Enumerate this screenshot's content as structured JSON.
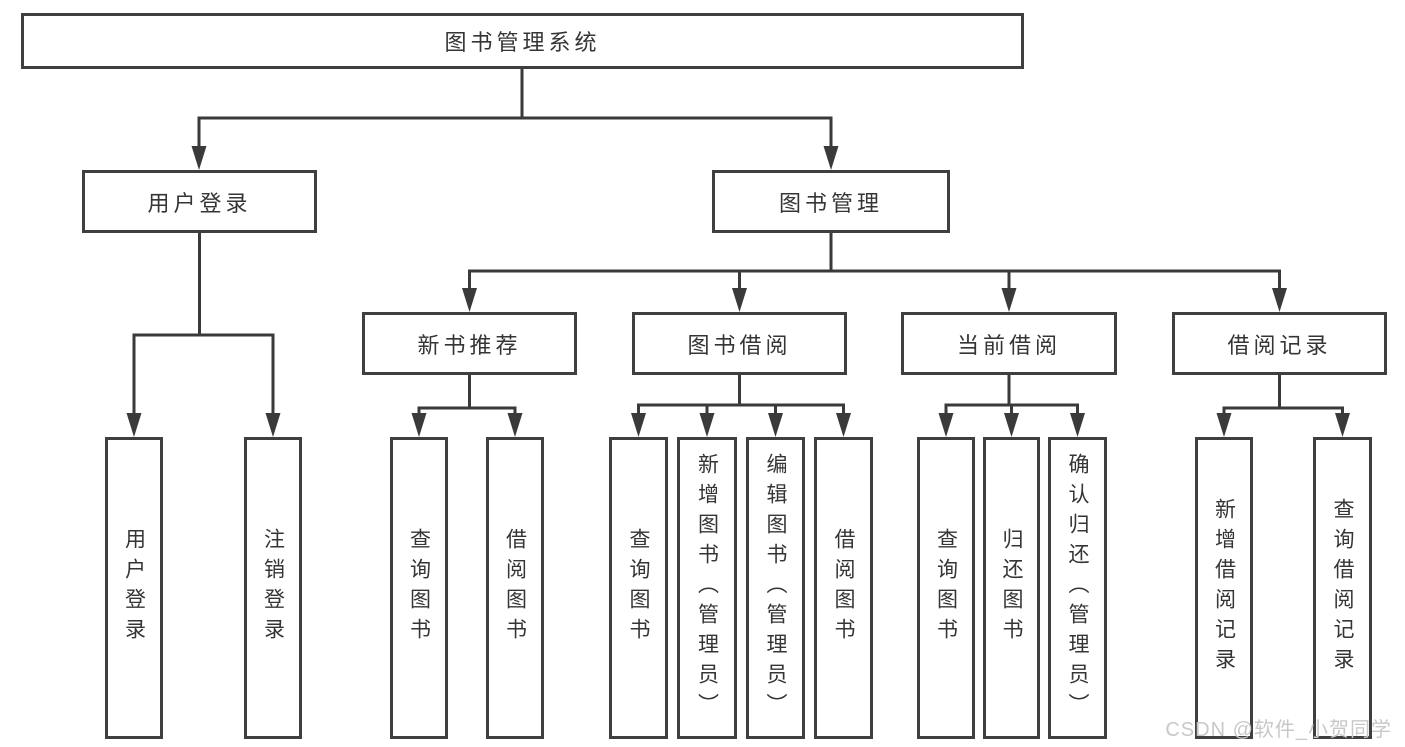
{
  "diagram": {
    "root": {
      "label": "图书管理系统"
    },
    "branches": [
      {
        "label": "用户登录",
        "children": [
          {
            "label": "用户登录"
          },
          {
            "label": "注销登录"
          }
        ]
      },
      {
        "label": "图书管理",
        "children": [
          {
            "label": "新书推荐",
            "children": [
              {
                "label": "查询图书"
              },
              {
                "label": "借阅图书"
              }
            ]
          },
          {
            "label": "图书借阅",
            "children": [
              {
                "label": "查询图书"
              },
              {
                "label": "新增图书（管理员）"
              },
              {
                "label": "编辑图书（管理员）"
              },
              {
                "label": "借阅图书"
              }
            ]
          },
          {
            "label": "当前借阅",
            "children": [
              {
                "label": "查询图书"
              },
              {
                "label": "归还图书"
              },
              {
                "label": "确认归还（管理员）"
              }
            ]
          },
          {
            "label": "借阅记录",
            "children": [
              {
                "label": "新增借阅记录"
              },
              {
                "label": "查询借阅记录"
              }
            ]
          }
        ]
      }
    ]
  },
  "watermark": {
    "text": "CSDN @软件_小贺同学"
  },
  "colors": {
    "line": "#3a3a3a",
    "border": "#3f3f3f",
    "text": "#353535",
    "background": "#ffffff",
    "watermark": "#c8c8c8"
  }
}
